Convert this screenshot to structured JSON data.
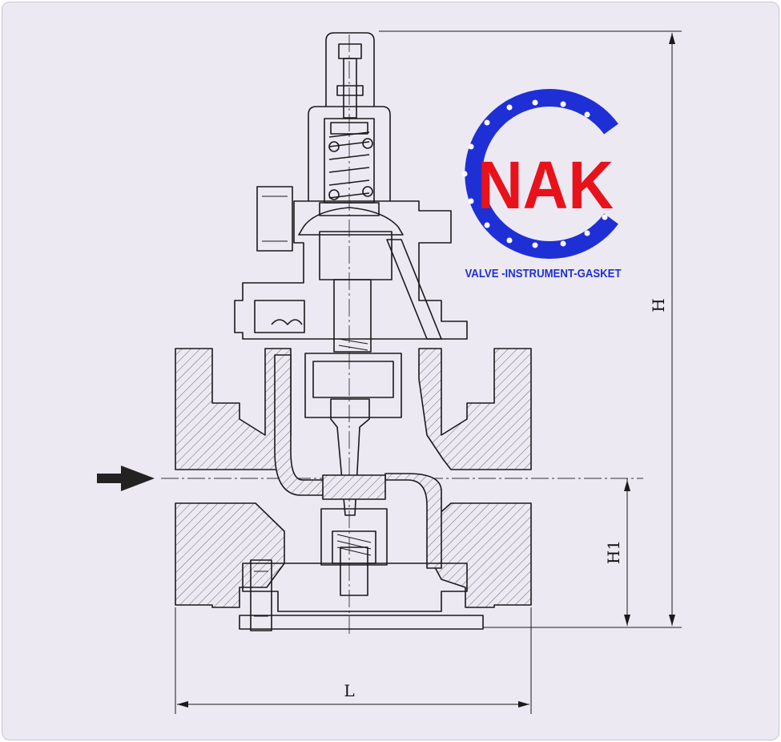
{
  "logo": {
    "brand": "NAK",
    "tagline": "VALVE -INSTRUMENT-GASKET",
    "ring_color": "#1f2fd6",
    "text_color": "#e8121b",
    "tagline_color": "#1f2fd6"
  },
  "dimensions": {
    "length_label": "L",
    "height_label": "H",
    "height1_label": "H1"
  },
  "flow": {
    "arrow_icon": "flow-direction-arrow-icon",
    "color": "#222222"
  },
  "colors": {
    "background": "#ece9f3",
    "line": "#1a1a1a"
  }
}
